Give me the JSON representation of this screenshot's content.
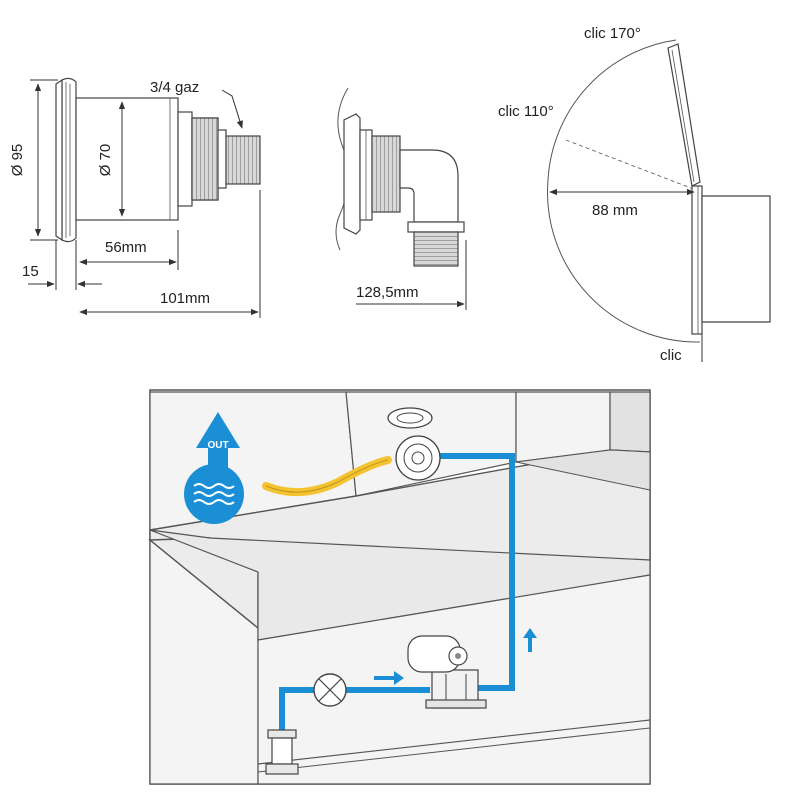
{
  "labels": {
    "dia95": "Ø 95",
    "dia70": "Ø 70",
    "thread": "3/4 gaz",
    "len56": "56mm",
    "len15": "15",
    "len101": "101mm",
    "len128": "128,5mm",
    "clic170": "clic 170°",
    "clic110": "clic 110°",
    "len88": "88 mm",
    "clic": "clic",
    "out": "OUT"
  },
  "colors": {
    "pipe": "#1a8fd6",
    "hose": "#f5c230",
    "drop": "#1a8fd6"
  },
  "icons": {
    "out_badge": "water-out-icon",
    "flow_arrow": "flow-arrow-icon"
  }
}
